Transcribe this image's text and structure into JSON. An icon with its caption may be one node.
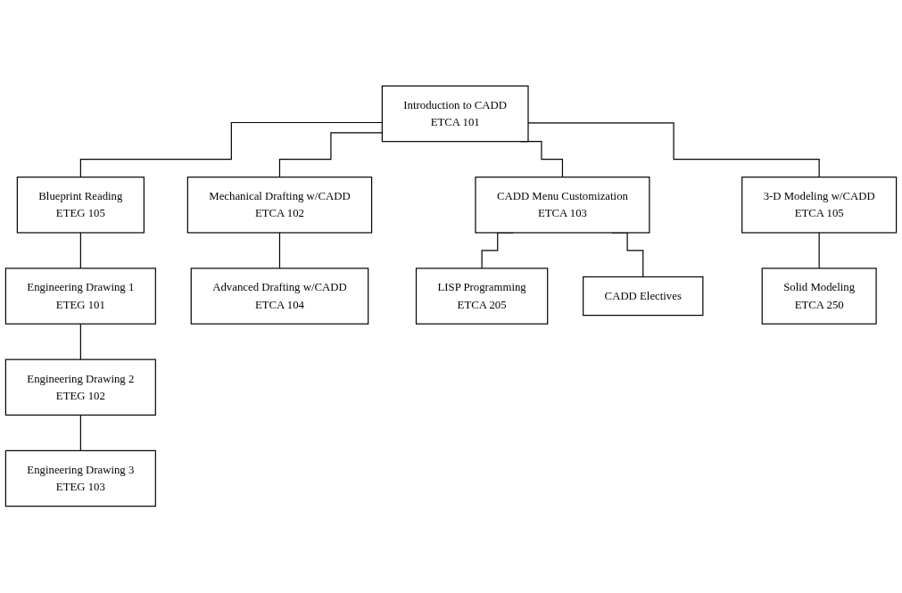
{
  "diagram": {
    "nodes": [
      {
        "text": [
          "Introduction to CADD",
          "ETCA 101"
        ]
      },
      {
        "text": [
          "Blueprint Reading",
          "ETEG 105"
        ]
      },
      {
        "text": [
          "Engineering Drawing 1",
          "ETEG 101"
        ]
      },
      {
        "text": [
          "Mechanical Drafting w/CADD",
          "ETCA 102"
        ]
      },
      {
        "text": [
          "CADD Menu Customization",
          "ETCA 103"
        ]
      },
      {
        "text": [
          "Engineering Drawing 2",
          "ETEG 102"
        ]
      },
      {
        "text": [
          "Advanced Drafting w/CADD",
          "ETCA 104"
        ]
      },
      {
        "text": [
          "Engineering Drawing 3",
          "ETEG 103"
        ]
      },
      {
        "text": [
          "LISP Programming",
          "ETCA 205"
        ]
      },
      {
        "text": [
          "3-D Modeling w/CADD",
          "ETCA 105"
        ]
      },
      {
        "text": [
          "Solid Modeling",
          "ETCA 250"
        ]
      },
      {
        "text": [
          "CADD Electives"
        ]
      }
    ],
    "edges": [
      {
        "from": 0,
        "to": 1,
        "arrow": "none"
      },
      {
        "from": 1,
        "to": 2,
        "arrow": "none"
      },
      {
        "from": 0,
        "to": 3,
        "arrow": "none"
      },
      {
        "from": 0,
        "to": 4,
        "arrow": "none"
      },
      {
        "from": 0,
        "to": 9,
        "arrow": "none"
      },
      {
        "from": 3,
        "to": 6,
        "arrow": "none"
      },
      {
        "from": 2,
        "to": 5,
        "arrow": "none"
      },
      {
        "from": 5,
        "to": 7,
        "arrow": "none"
      },
      {
        "from": 4,
        "to": 8,
        "arrow": "none"
      },
      {
        "from": 4,
        "to": 11,
        "arrow": "none"
      },
      {
        "from": 9,
        "to": 10,
        "arrow": "none"
      }
    ]
  }
}
